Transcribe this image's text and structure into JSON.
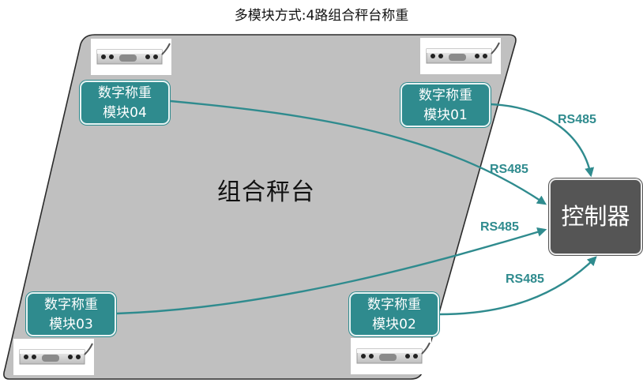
{
  "title": "多模块方式:4路组合秤台称重",
  "platform": {
    "label": "组合秤台"
  },
  "modules": [
    {
      "id": "04",
      "line1": "数字称重",
      "line2": "模块04"
    },
    {
      "id": "01",
      "line1": "数字称重",
      "line2": "模块01"
    },
    {
      "id": "03",
      "line1": "数字称重",
      "line2": "模块03"
    },
    {
      "id": "02",
      "line1": "数字称重",
      "line2": "模块02"
    }
  ],
  "controller": {
    "label": "控制器"
  },
  "links": [
    {
      "from": "模块01",
      "to": "控制器",
      "label": "RS485"
    },
    {
      "from": "模块04",
      "to": "控制器",
      "label": "RS485"
    },
    {
      "from": "模块03",
      "to": "控制器",
      "label": "RS485"
    },
    {
      "from": "模块02",
      "to": "控制器",
      "label": "RS485"
    }
  ],
  "colors": {
    "module_fill": "#2f8b8e",
    "controller_fill": "#555555",
    "platform_fill": "#c0c0c0",
    "arrow": "#2f8b8e"
  },
  "icons": {
    "load_cell": "load-cell-sensor-icon"
  }
}
